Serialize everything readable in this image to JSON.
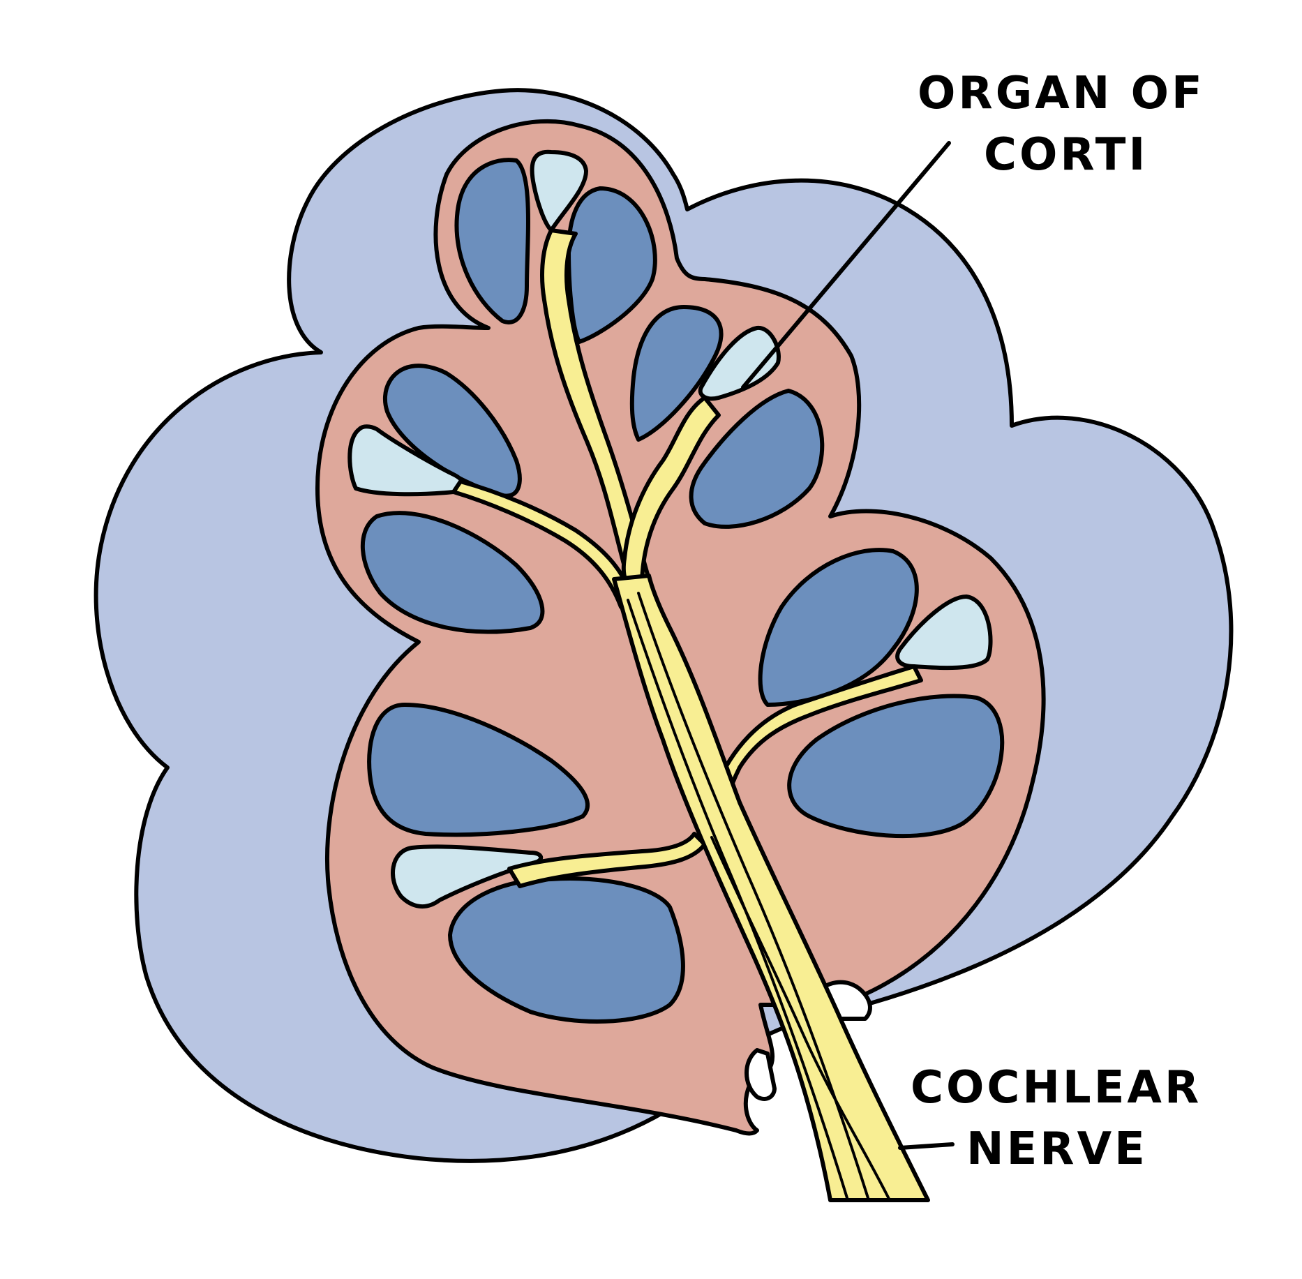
{
  "labels": {
    "organ_of_corti": {
      "line1": "ORGAN OF",
      "line2": "CORTI"
    },
    "cochlear_nerve": {
      "line1": "COCHLEAR",
      "line2": "NERVE"
    }
  },
  "colors": {
    "bone": "#b8c5e2",
    "duct_tissue": "#dea89b",
    "scala_chamber": "#6c8fbd",
    "organ_of_corti": "#cfe6ee",
    "nerve": "#f8ee93",
    "outline": "#000000"
  }
}
